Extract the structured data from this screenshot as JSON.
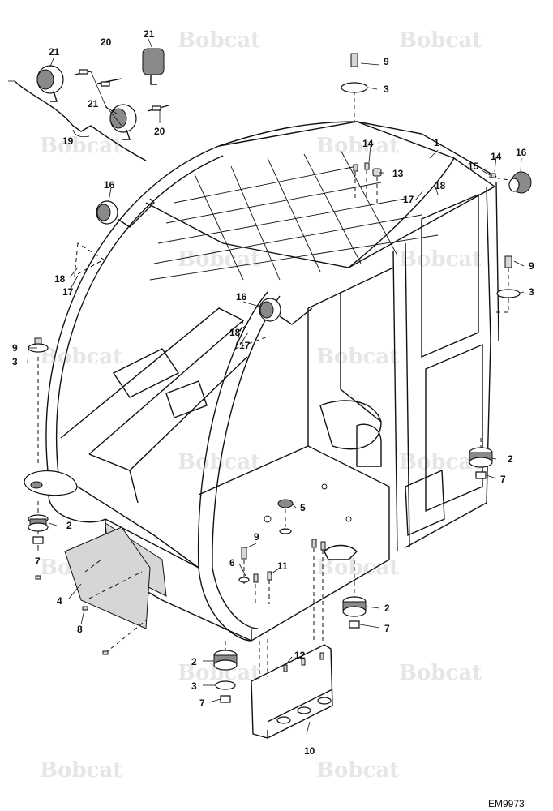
{
  "watermark": {
    "text": "Bobcat",
    "color": "#e6e6e6",
    "positions": [
      [
        0.38,
        0.05
      ],
      [
        0.78,
        0.05
      ],
      [
        0.13,
        0.18
      ],
      [
        0.63,
        0.18
      ],
      [
        0.38,
        0.32
      ],
      [
        0.78,
        0.32
      ],
      [
        0.13,
        0.44
      ],
      [
        0.63,
        0.44
      ],
      [
        0.38,
        0.57
      ],
      [
        0.78,
        0.57
      ],
      [
        0.13,
        0.7
      ],
      [
        0.63,
        0.7
      ],
      [
        0.38,
        0.83
      ],
      [
        0.78,
        0.83
      ],
      [
        0.13,
        0.95
      ],
      [
        0.63,
        0.95
      ]
    ]
  },
  "drawing_ref": "EM9973",
  "callouts": [
    {
      "id": "c1",
      "text": "1"
    },
    {
      "id": "c2a",
      "text": "2"
    },
    {
      "id": "c2b",
      "text": "2"
    },
    {
      "id": "c2c",
      "text": "2"
    },
    {
      "id": "c2d",
      "text": "2"
    },
    {
      "id": "c3a",
      "text": "3"
    },
    {
      "id": "c3b",
      "text": "3"
    },
    {
      "id": "c3c",
      "text": "3"
    },
    {
      "id": "c3d",
      "text": "3"
    },
    {
      "id": "c4",
      "text": "4"
    },
    {
      "id": "c5",
      "text": "5"
    },
    {
      "id": "c6",
      "text": "6"
    },
    {
      "id": "c7a",
      "text": "7"
    },
    {
      "id": "c7b",
      "text": "7"
    },
    {
      "id": "c7c",
      "text": "7"
    },
    {
      "id": "c7d",
      "text": "7"
    },
    {
      "id": "c8",
      "text": "8"
    },
    {
      "id": "c9a",
      "text": "9"
    },
    {
      "id": "c9b",
      "text": "9"
    },
    {
      "id": "c9c",
      "text": "9"
    },
    {
      "id": "c9d",
      "text": "9"
    },
    {
      "id": "c10",
      "text": "10"
    },
    {
      "id": "c11",
      "text": "11"
    },
    {
      "id": "c12",
      "text": "12"
    },
    {
      "id": "c13",
      "text": "13"
    },
    {
      "id": "c14a",
      "text": "14"
    },
    {
      "id": "c14b",
      "text": "14"
    },
    {
      "id": "c15",
      "text": "15"
    },
    {
      "id": "c16a",
      "text": "16"
    },
    {
      "id": "c16b",
      "text": "16"
    },
    {
      "id": "c16c",
      "text": "16"
    },
    {
      "id": "c17a",
      "text": "17"
    },
    {
      "id": "c17b",
      "text": "17"
    },
    {
      "id": "c17c",
      "text": "17"
    },
    {
      "id": "c18a",
      "text": "18"
    },
    {
      "id": "c18b",
      "text": "18"
    },
    {
      "id": "c18c",
      "text": "18"
    },
    {
      "id": "c19",
      "text": "19"
    },
    {
      "id": "c20a",
      "text": "20"
    },
    {
      "id": "c20b",
      "text": "20"
    },
    {
      "id": "c21a",
      "text": "21"
    },
    {
      "id": "c21b",
      "text": "21"
    },
    {
      "id": "c21c",
      "text": "21"
    }
  ]
}
